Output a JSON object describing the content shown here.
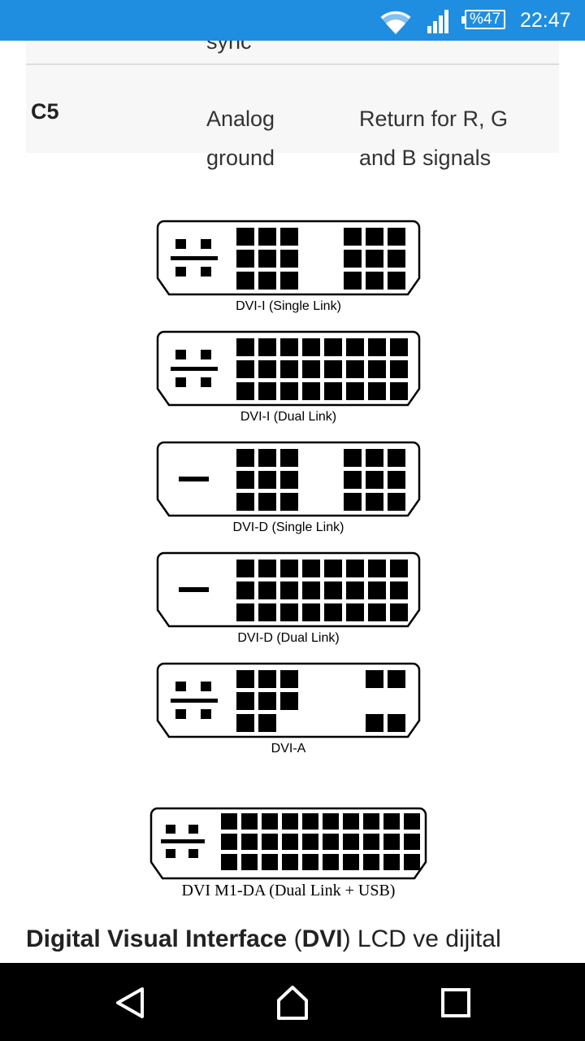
{
  "status_bar": {
    "battery_text": "%47",
    "time": "22:47",
    "icons": [
      "wifi-icon",
      "cell-signal-icon",
      "battery-icon"
    ],
    "color": "#1f8ee0"
  },
  "table": {
    "prev_row_fragment": "sync",
    "row": {
      "pin": "C5",
      "signal": "Analog ground",
      "description": "Return for R, G and B signals"
    }
  },
  "diagram": {
    "captions": [
      "DVI-I (Single Link)",
      "DVI-I (Dual Link)",
      "DVI-D (Single Link)",
      "DVI-D (Dual Link)",
      "DVI-A",
      "DVI M1-DA (Dual Link + USB)"
    ]
  },
  "article": {
    "bold_1": "Digital Visual Interface",
    "open_paren": " (",
    "bold_2": "DVI",
    "rest": ") LCD ve dijital"
  },
  "nav_bar": {
    "buttons": [
      "back-icon",
      "home-icon",
      "recents-icon"
    ]
  }
}
